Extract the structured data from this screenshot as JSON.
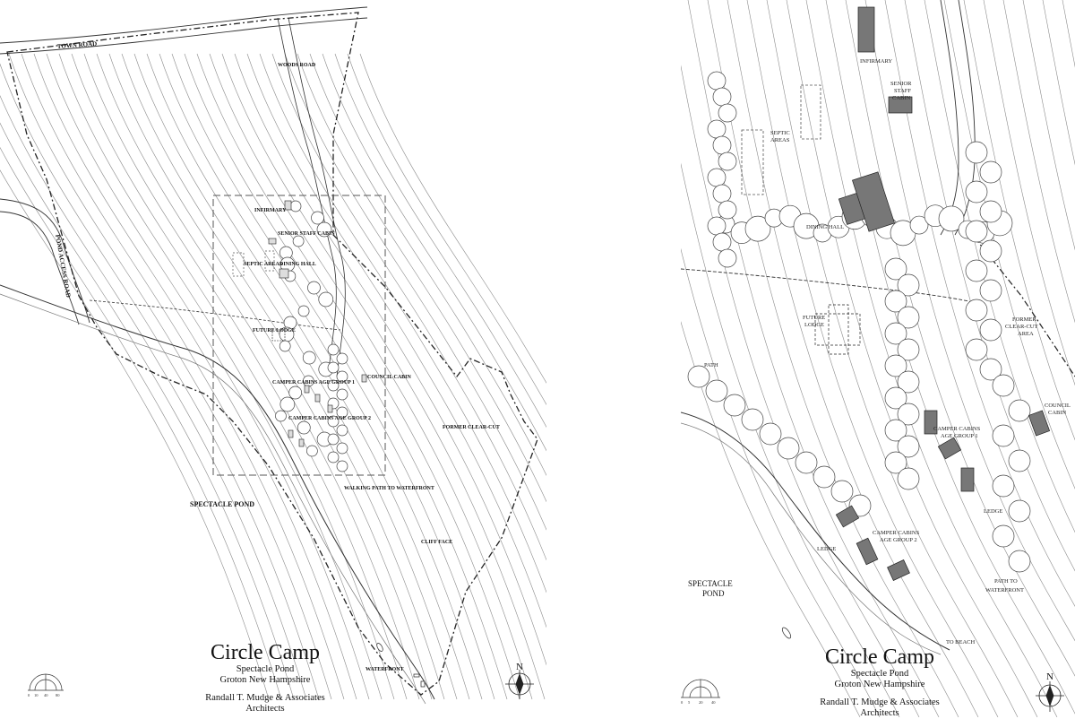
{
  "left_plan": {
    "labels": {
      "town_road": "TOWN ROAD",
      "pond_access_road": "POND ACCESS ROAD",
      "woods_road": "WOODS ROAD",
      "infirmary": "INFIRMARY",
      "senior_staff_cabin": "SENIOR STAFF CABIN",
      "septic_areas": "SEPTIC AREAS",
      "dining_hall": "DINING HALL",
      "future_lodge": "FUTURE LODGE",
      "camper_cabins_1": "CAMPER CABINS AGE GROUP 1",
      "camper_cabins_2": "CAMPER CABINS AGE GROUP 2",
      "council_cabin": "COUNCIL CABIN",
      "former_clear_cut": "FORMER CLEAR-CUT",
      "walking_path": "WALKING PATH TO WATERFRONT",
      "cliff_face": "CLIFF FACE",
      "spectacle_pond": "SPECTACLE POND",
      "waterfront": "WATERFRONT"
    },
    "title": {
      "name": "Circle Camp",
      "location1": "Spectacle Pond",
      "location2": "Groton  New Hampshire",
      "firm": "Randall T. Mudge & Associates",
      "firm2": "Architects"
    },
    "scale_ticks": [
      "0",
      "10",
      "40",
      "80"
    ],
    "north": "N"
  },
  "right_plan": {
    "labels": {
      "infirmary": "INFIRMARY",
      "senior_staff_cabin": "SENIOR STAFF CABIN",
      "septic_areas": "SEPTIC AREAS",
      "dining_hall": "DINING HALL",
      "future_lodge": "FUTURE LODGE",
      "former_clear_cut": "FORMER CLEAR-CUT AREA",
      "council_cabin": "COUNCIL CABIN",
      "camper_cabins_1": "CAMPER CABINS AGE GROUP 1",
      "camper_cabins_2": "CAMPER CABINS AGE GROUP 2",
      "path": "PATH",
      "ledge_1": "LEDGE",
      "ledge_2": "LEDGE",
      "path_to_waterfront": "PATH TO WATERFRONT",
      "to_beach": "TO BEACH",
      "spectacle_pond": "SPECTACLE POND"
    },
    "title": {
      "name": "Circle Camp",
      "location1": "Spectacle Pond",
      "location2": "Groton  New Hampshire",
      "firm": "Randall T. Mudge & Associates",
      "firm2": "Architects"
    },
    "scale_ticks": [
      "0",
      "5",
      "20",
      "40"
    ],
    "north": "N"
  }
}
